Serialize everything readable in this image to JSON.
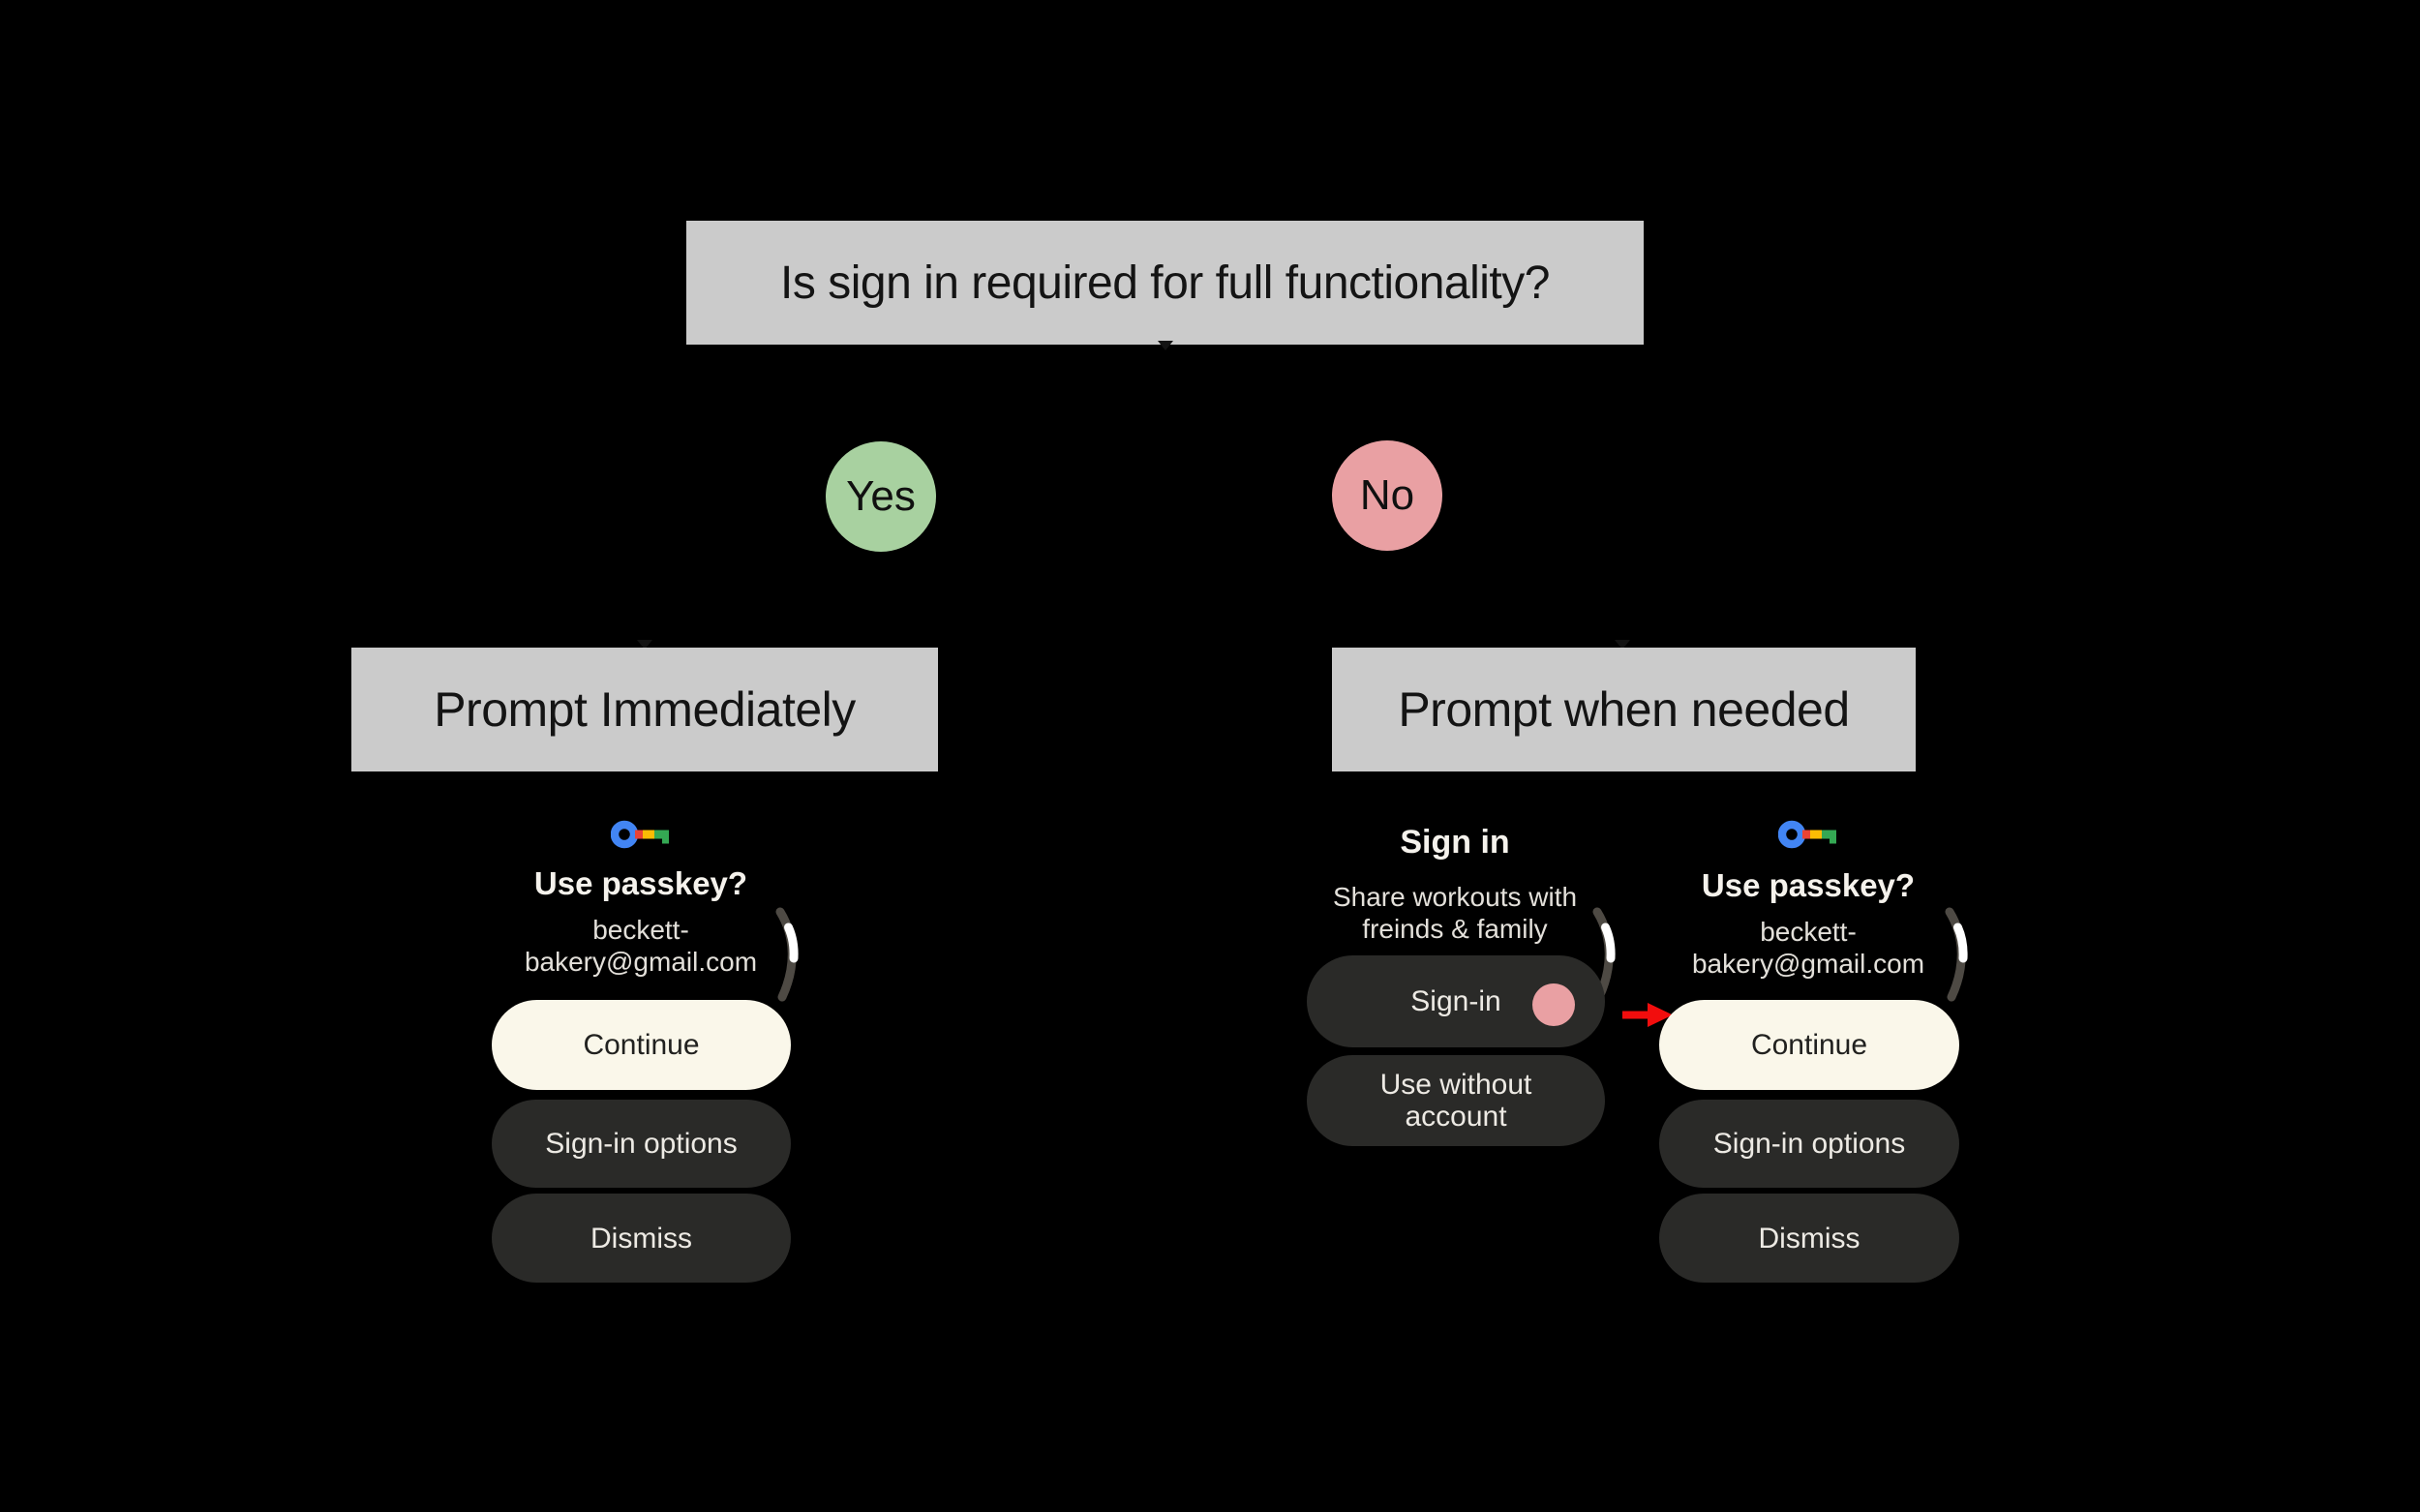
{
  "flowchart": {
    "question": "Is sign in required for full functionality?",
    "yes": {
      "label": "Yes",
      "outcome": "Prompt Immediately"
    },
    "no": {
      "label": "No",
      "outcome": "Prompt when needed"
    }
  },
  "passkey_screen_left": {
    "icon": "google-passkey-icon",
    "title": "Use passkey?",
    "account_line1": "beckett-",
    "account_line2": "bakery@gmail.com",
    "continue_button": "Continue",
    "sign_in_options_button": "Sign-in options",
    "dismiss_button": "Dismiss"
  },
  "sign_in_screen": {
    "title": "Sign in",
    "subtitle_line1": "Share workouts with",
    "subtitle_line2": "freinds & family",
    "sign_in_button": "Sign-in",
    "use_without_account_line1": "Use without",
    "use_without_account_line2": "account"
  },
  "passkey_screen_right": {
    "icon": "google-passkey-icon",
    "title": "Use passkey?",
    "account_line1": "beckett-",
    "account_line2": "bakery@gmail.com",
    "continue_button": "Continue",
    "sign_in_options_button": "Sign-in options",
    "dismiss_button": "Dismiss"
  },
  "colors": {
    "background": "#000000",
    "flow_box_gray": "#CBCBCB",
    "yes_green": "#A8D1A0",
    "no_pink": "#E9A0A3",
    "cream_button": "#FAF7EA",
    "dark_button": "#2A2A28",
    "annotation_arrow_red": "#F20D0D",
    "passkey_blue": "#4285F4",
    "passkey_red": "#EA4335",
    "passkey_yellow": "#FBBC04",
    "passkey_green": "#34A853",
    "scroll_track_gray": "#4E4A44",
    "scroll_thumb_white": "#FFFFFF"
  }
}
